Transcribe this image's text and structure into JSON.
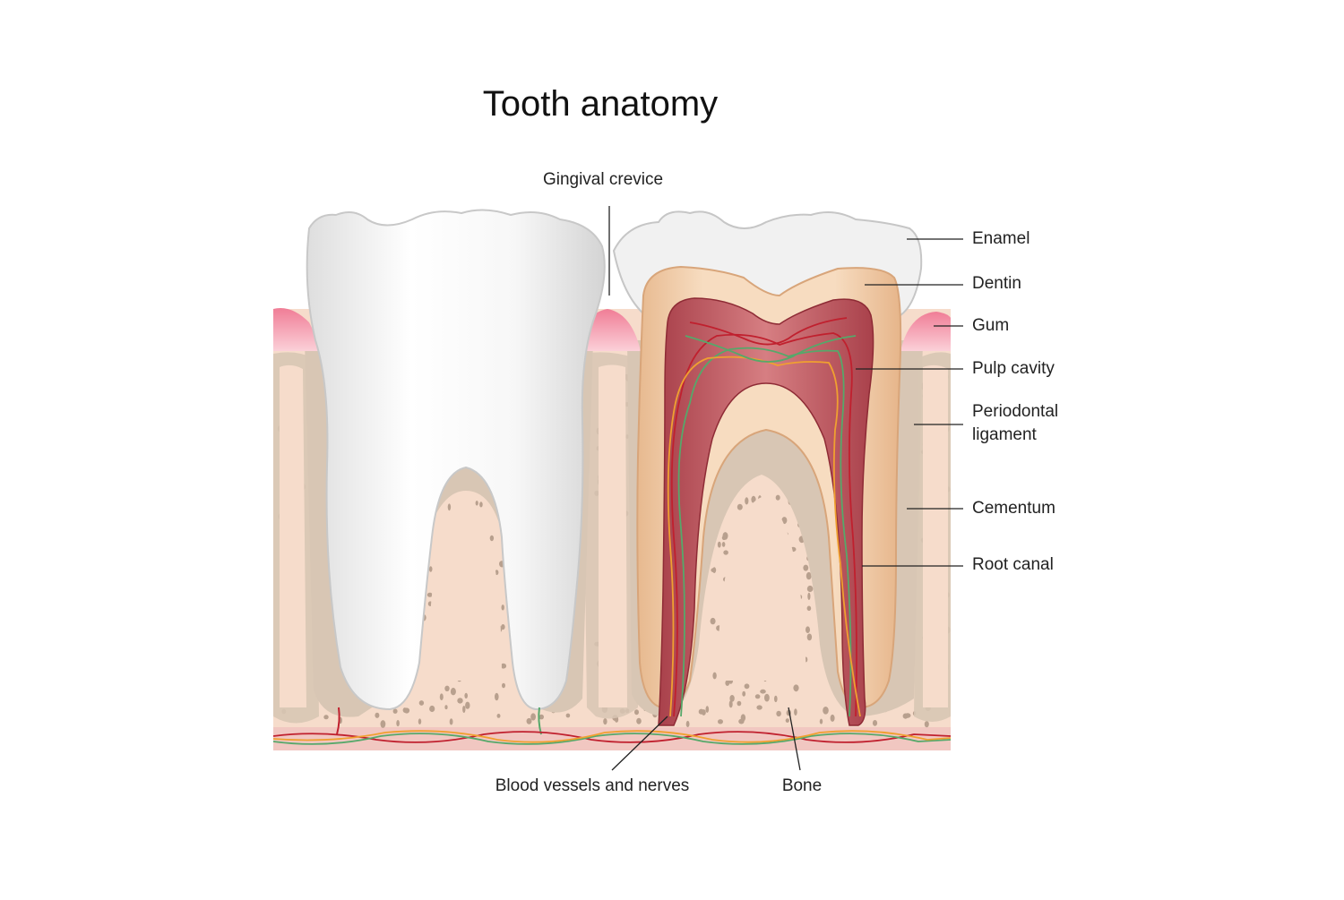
{
  "title": "Tooth anatomy",
  "labels": {
    "gingival_crevice": "Gingival crevice",
    "enamel": "Enamel",
    "dentin": "Dentin",
    "gum": "Gum",
    "pulp_cavity": "Pulp cavity",
    "periodontal_line1": "Periodontal",
    "periodontal_line2": "ligament",
    "cementum": "Cementum",
    "root_canal": "Root canal",
    "blood_vessels": "Blood vessels and nerves",
    "bone": "Bone"
  },
  "colors": {
    "bone": "#f6dccb",
    "bone_pore": "#b8a08e",
    "ligament": "#d8c6b4",
    "gum": "#f4a2b2",
    "enamel": "#f1f1f1",
    "dentin": "#f2d3b4",
    "pulp": "#b9505a",
    "vessel_red": "#c0202e",
    "vessel_green": "#56a86a",
    "vessel_orange": "#f0a030"
  }
}
